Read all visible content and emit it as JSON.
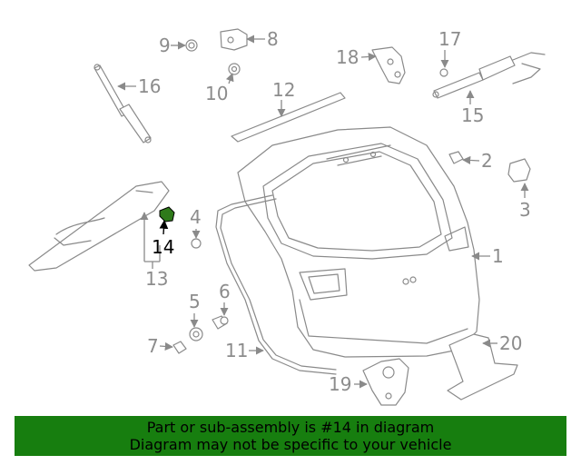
{
  "diagram": {
    "highlight_color": "#2f7a1a",
    "callouts": [
      {
        "id": "c1",
        "label": "1"
      },
      {
        "id": "c2",
        "label": "2"
      },
      {
        "id": "c3",
        "label": "3"
      },
      {
        "id": "c4",
        "label": "4"
      },
      {
        "id": "c5",
        "label": "5"
      },
      {
        "id": "c6",
        "label": "6"
      },
      {
        "id": "c7",
        "label": "7"
      },
      {
        "id": "c8",
        "label": "8"
      },
      {
        "id": "c9",
        "label": "9"
      },
      {
        "id": "c10",
        "label": "10"
      },
      {
        "id": "c11",
        "label": "11"
      },
      {
        "id": "c12",
        "label": "12"
      },
      {
        "id": "c13",
        "label": "13"
      },
      {
        "id": "c14",
        "label": "14"
      },
      {
        "id": "c15",
        "label": "15"
      },
      {
        "id": "c16",
        "label": "16"
      },
      {
        "id": "c17",
        "label": "17"
      },
      {
        "id": "c18",
        "label": "18"
      },
      {
        "id": "c19",
        "label": "19"
      },
      {
        "id": "c20",
        "label": "20"
      }
    ]
  },
  "banner": {
    "line1": "Part or sub-assembly is #14 in diagram",
    "line2": "Diagram may not be specific to your vehicle",
    "color": "#177e0f"
  }
}
